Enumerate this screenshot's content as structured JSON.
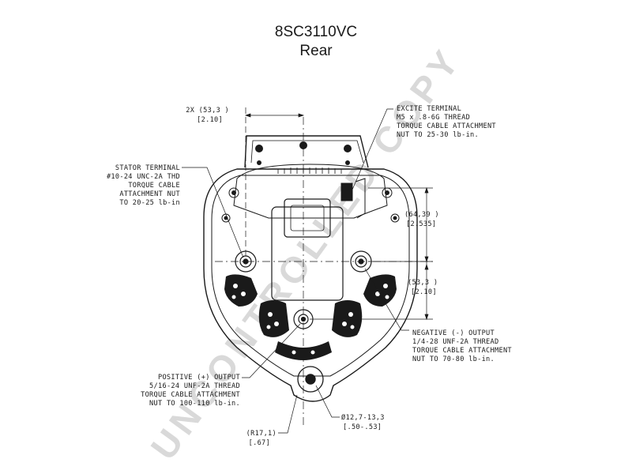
{
  "title": "8SC3110VC",
  "subtitle": "Rear",
  "watermark": "UNCONTROLLED COPY",
  "callouts": {
    "dim_2x_top": {
      "line1": "2X (53,3   )",
      "line2": "[2.10]"
    },
    "excite_terminal": {
      "line1": "EXCITE TERMINAL",
      "line2": "M5 x  .8-6G THREAD",
      "line3": "TORQUE CABLE ATTACHMENT",
      "line4": "NUT TO 25-30 lb-in."
    },
    "stator_terminal": {
      "line1": "STATOR TERMINAL",
      "line2": "#10-24 UNC-2A THD",
      "line3": "TORQUE CABLE",
      "line4": "ATTACHMENT NUT",
      "line5": "TO 20-25 lb-in"
    },
    "dim_64": {
      "line1": "(64,39   )",
      "line2": "[2.535]"
    },
    "dim_53_right": {
      "line1": "(53,3   )",
      "line2": "[2.10]"
    },
    "negative_output": {
      "line1": "NEGATIVE (-) OUTPUT",
      "line2": "1/4-28 UNF-2A THREAD",
      "line3": "TORQUE CABLE ATTACHMENT",
      "line4": "NUT TO 70-80 lb-in."
    },
    "positive_output": {
      "line1": "POSITIVE (+) OUTPUT",
      "line2": "5/16-24 UNF-2A THREAD",
      "line3": "TORQUE CABLE ATTACHMENT",
      "line4": "NUT TO 100-110 lb-in."
    },
    "dia_hole": {
      "line1": "Ø12,7-13,3",
      "line2": "[.50-.53]"
    },
    "radius": {
      "line1": "(R17,1)",
      "line2": "[.67]"
    }
  }
}
